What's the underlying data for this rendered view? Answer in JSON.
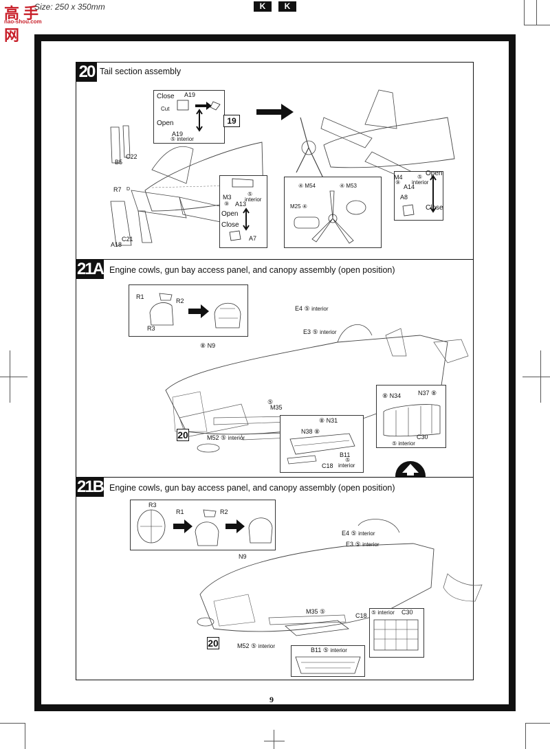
{
  "header": {
    "size_label": "Size: 250 x 350mm",
    "marks": [
      "K",
      "K"
    ],
    "logo_text": "高手网",
    "logo_url": "nao-shou.com"
  },
  "steps": [
    {
      "id": "step-20",
      "number": "20",
      "title": "Tail section assembly",
      "labels": {
        "close": "Close",
        "a19_top": "A19",
        "cut": "Cut",
        "open": "Open",
        "a19_bottom": "A19",
        "a19_interior": "interior",
        "ref19": "19",
        "b5": "B5",
        "c22": "C22",
        "r7": "R7",
        "d": "D",
        "c21": "C21",
        "a18": "A18",
        "m3": "M3",
        "a13": "A13",
        "a13_interior": "interior",
        "open2": "Open",
        "close2": "Close",
        "a7": "A7",
        "m54": "M54",
        "m53": "M53",
        "m25": "M25",
        "m4": "M4",
        "a14": "A14",
        "a14_interior": "interior",
        "a8": "A8",
        "open3": "Open",
        "close3": "Close"
      }
    },
    {
      "id": "step-21a",
      "number": "21A",
      "title": "Engine cowls, gun bay access panel, and canopy assembly (open position)",
      "labels": {
        "r1": "R1",
        "r2": "R2",
        "r3": "R3",
        "e4": "E4",
        "e4_interior": "interior",
        "e3": "E3",
        "e3_interior": "interior",
        "n9": "N9",
        "m35": "M35",
        "ref20": "20",
        "m52": "M52",
        "m52_interior": "interior",
        "n31": "N31",
        "n38": "N38",
        "b11": "B11",
        "b11_interior": "interior",
        "c18": "C18",
        "n34": "N34",
        "n37": "N37",
        "c30": "C30",
        "c30_interior": "interior"
      }
    },
    {
      "id": "step-21b",
      "number": "21B",
      "title": "Engine cowls, gun bay access panel, and canopy assembly (open position)",
      "labels": {
        "r3": "R3",
        "r1": "R1",
        "r2": "R2",
        "e4": "E4",
        "e4_interior": "interior",
        "e3": "E3",
        "e3_interior": "interior",
        "n9": "N9",
        "m35": "M35",
        "c18": "C18",
        "c30": "C30",
        "c30_interior": "interior",
        "ref20": "20",
        "m52": "M52",
        "m52_interior": "interior",
        "b11": "B11",
        "b11_interior": "interior"
      }
    }
  ],
  "footer": {
    "page_number": "9"
  }
}
